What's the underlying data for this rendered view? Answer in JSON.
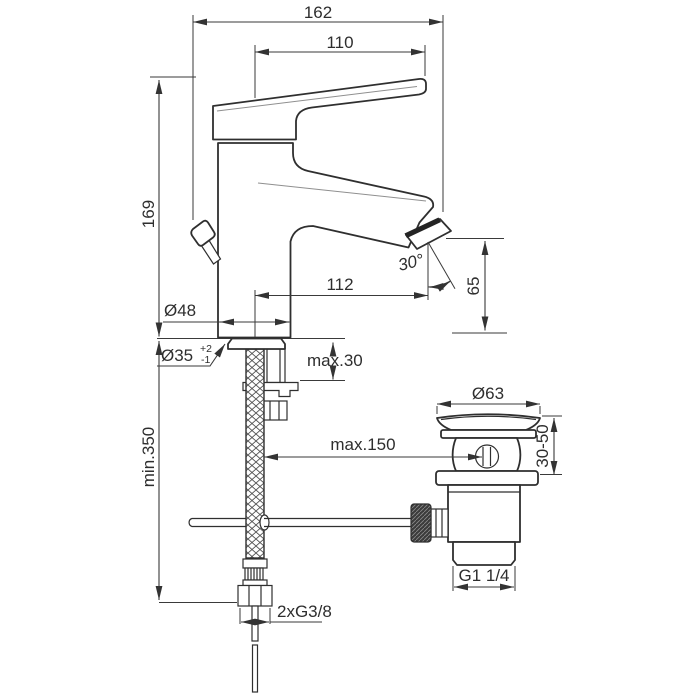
{
  "drawing": {
    "background": "#ffffff",
    "line_color": "#2f2f2f",
    "dimensions": {
      "overall_width": "162",
      "lever_length": "110",
      "body_height": "169",
      "spout_projection": "112",
      "spout_angle": "30°",
      "outlet_height": "65",
      "base_diameter": "Ø48",
      "hole_diameter": "Ø35",
      "hole_tolerance_plus": "+2",
      "hole_tolerance_minus": "-1",
      "max_deck_thickness": "max.30",
      "min_hose_length": "min.350",
      "max_rod_reach": "max.150",
      "waste_flange_diameter": "Ø63",
      "basin_thickness_range": "30-50",
      "waste_thread": "G1 1/4",
      "supply_connections": "2xG3/8"
    }
  }
}
